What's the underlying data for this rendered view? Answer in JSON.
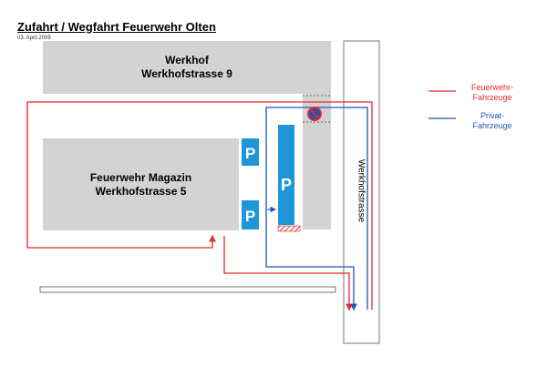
{
  "header": {
    "title": "Zufahrt / Wegfahrt Feuerwehr Olten",
    "date": "03. April 2009"
  },
  "buildings": {
    "werkhof": {
      "line1": "Werkhof",
      "line2": "Werkhofstrasse 9"
    },
    "magazin": {
      "line1": "Feuerwehr Magazin",
      "line2": "Werkhofstrasse 5"
    }
  },
  "street": {
    "label": "Werkhofstrasse"
  },
  "parking": {
    "symbol": "P"
  },
  "legend": {
    "feuerwehr": {
      "line1": "Feuerwehr-",
      "line2": "Fahrzeuge",
      "color": "#e8262d"
    },
    "privat": {
      "line1": "Privat-",
      "line2": "Fahrzeuge",
      "color": "#1f55b3"
    }
  },
  "colors": {
    "building": "#d3d3d3",
    "parking": "#1e96d8",
    "route_red": "#e8262d",
    "route_blue": "#1f55b3"
  },
  "icons": {
    "no_parking": "no-parking-sign-icon"
  }
}
